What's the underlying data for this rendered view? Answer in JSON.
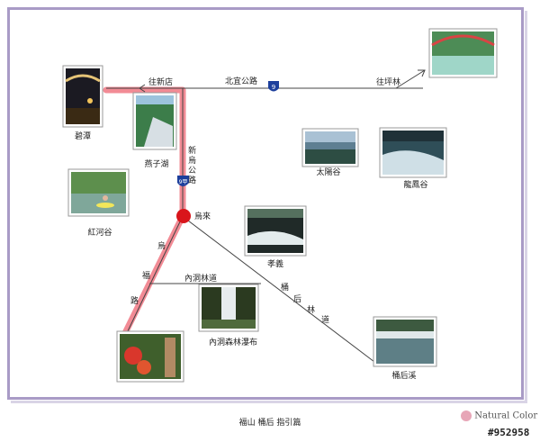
{
  "map": {
    "roads": {
      "beiyi_road": "北宜公路",
      "to_xindian": "往新店",
      "to_pinglin": "往坪林",
      "xinwu_road": "新烏公路",
      "fushan_road": "烏福路",
      "neidong_forest_road": "內洞林道",
      "tonghou_forest_road": "桶后林道"
    },
    "shields": {
      "road9": "9",
      "road9a": "9甲"
    },
    "places": {
      "bitan": "碧潭",
      "yanzihu": "燕子湖",
      "wulai": "烏來",
      "hongheigu": "紅河谷",
      "xiaoyi": "孝義",
      "taiyanggu": "太陽谷",
      "longfenggu": "龍鳳谷",
      "neidong_waterfall": "內洞森林瀑布",
      "tonghouxi": "桶后溪"
    }
  },
  "caption": "福山 桶后 指引篇",
  "logo_text": "Natural Color",
  "stock_id": "#952958",
  "colors": {
    "frame": "#a99bc6",
    "highlight_route": "#f28b95",
    "road": "#444444",
    "shield": "#1d3f9c",
    "marker": "#d9151b"
  }
}
